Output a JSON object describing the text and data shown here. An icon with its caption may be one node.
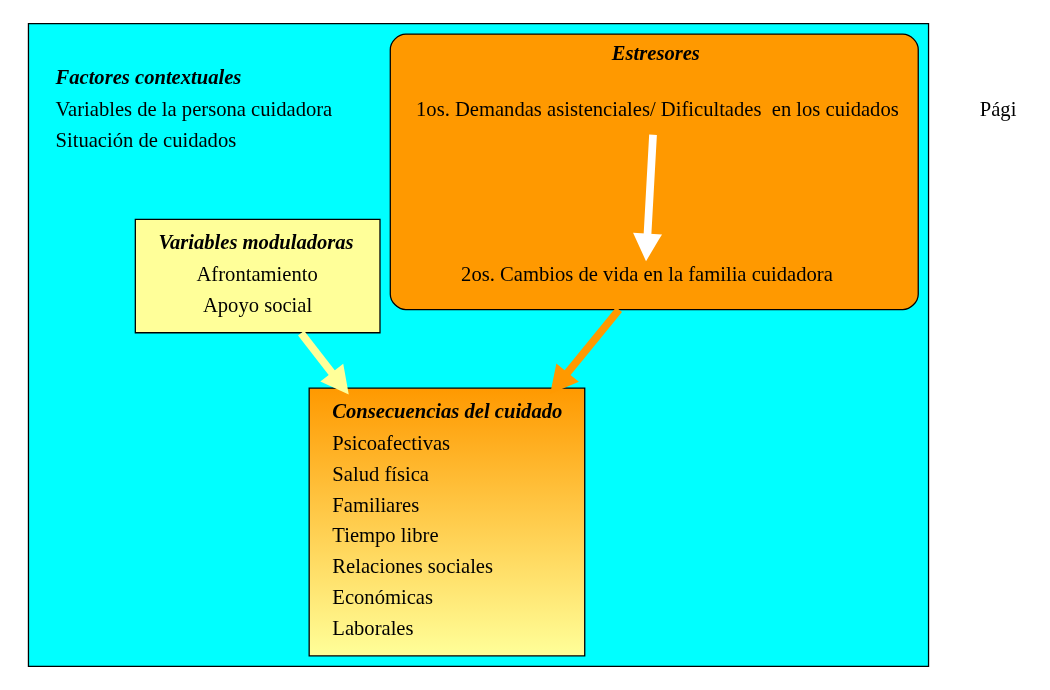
{
  "diagram": {
    "nodes": [
      {
        "text": [],
        "shape": "box"
      },
      {
        "text": [
          "Estresores"
        ],
        "in": 0
      },
      {
        "text": [
          "1os. Demandas asistenciales/ Dificultades  en los cuidados"
        ],
        "in": 1
      },
      {
        "text": [
          "2os. Cambios de vida en la familia cuidadora"
        ],
        "in": 1
      },
      {
        "text": [
          "Variables moduladoras",
          "Afrontamiento",
          "Apoyo social"
        ],
        "in": 0
      },
      {
        "text": [
          "Consecuencias del cuidado",
          "Psicoafectivas",
          "Salud física",
          "Familiares",
          "Tiempo libre",
          "Relaciones sociales",
          "Económicas",
          "Laborales"
        ],
        "in": 0
      }
    ],
    "edges": [
      {
        "from": 2,
        "to": 3,
        "arrow": "to",
        "color": "#ffffff"
      },
      {
        "from": 1,
        "to": 5,
        "arrow": "to",
        "color": "#ff9900"
      },
      {
        "from": 4,
        "to": 5,
        "arrow": "to",
        "color": "#ffff99"
      }
    ],
    "labels": [
      "Factores contextuales",
      "Variables de la persona cuidadora",
      "Situación de cuidados",
      "Pági"
    ]
  }
}
